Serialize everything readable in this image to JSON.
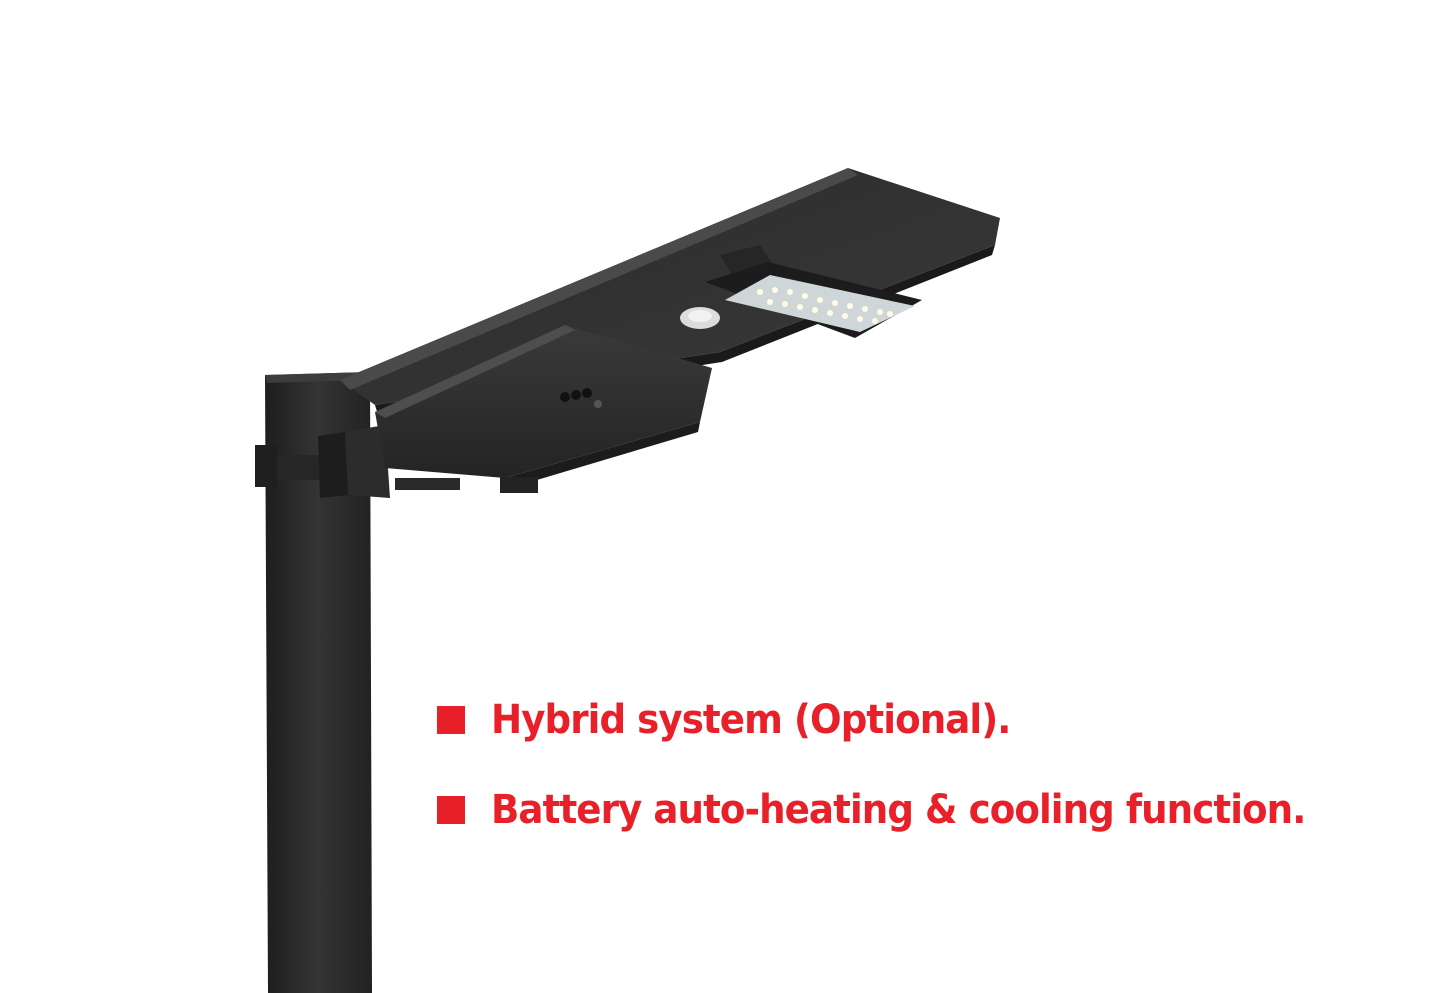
{
  "features": [
    {
      "text": "Hybrid system (Optional)."
    },
    {
      "text": "Battery auto-heating & cooling function."
    }
  ],
  "colors": {
    "accent": "#e8202a",
    "product_body": "#2b2b2b",
    "background": "#ffffff"
  },
  "icons": {
    "bullet": "red-square-bullet"
  }
}
